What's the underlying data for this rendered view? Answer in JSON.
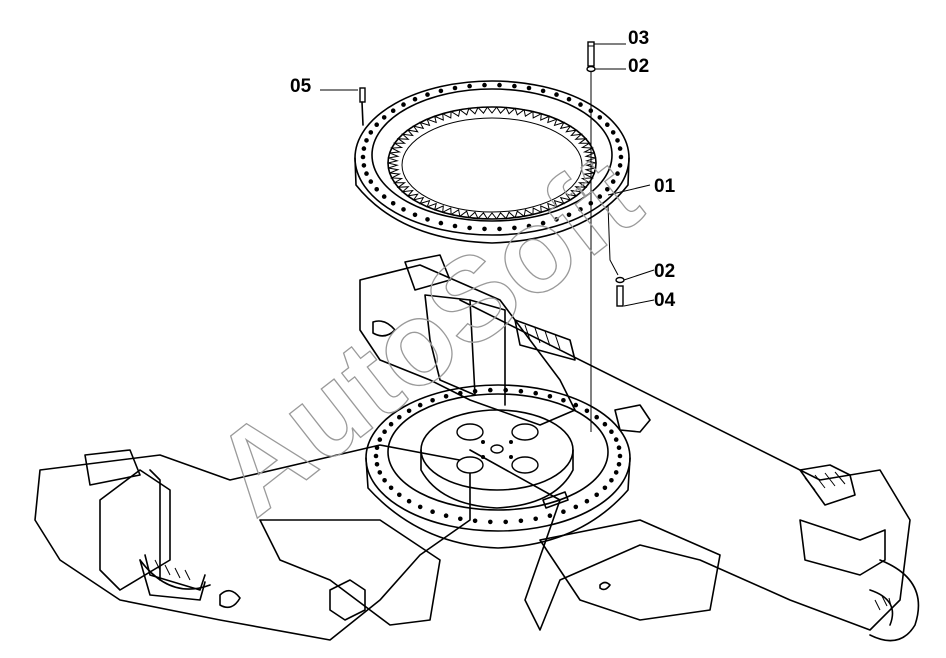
{
  "drawing": {
    "watermark": "AutoSoft",
    "callouts": {
      "p03": "03",
      "p02_top": "02",
      "p05": "05",
      "p01": "01",
      "p02_bottom": "02",
      "p04": "04"
    }
  }
}
